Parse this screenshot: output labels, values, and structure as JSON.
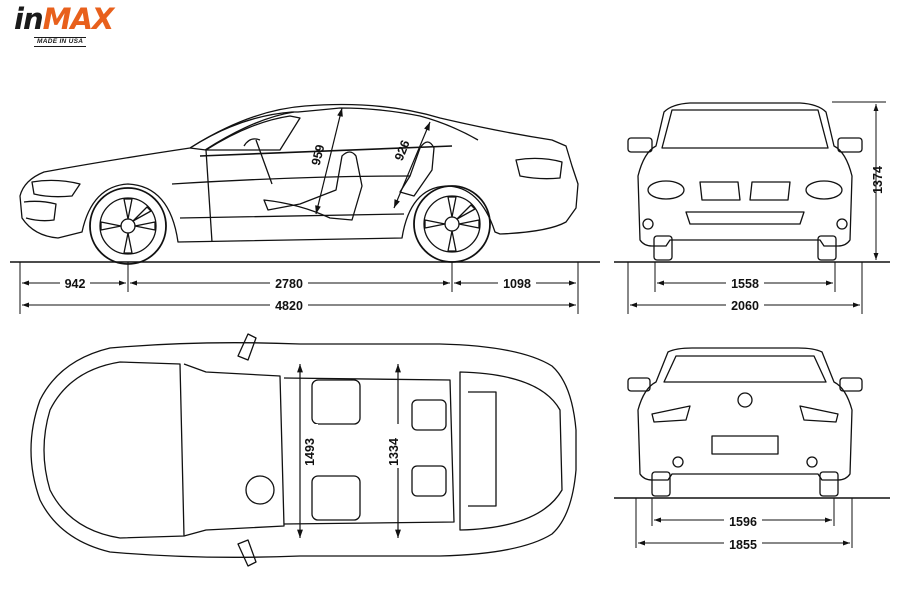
{
  "brand": {
    "word_in": "in",
    "word_max": "MAX",
    "tagline": "MADE IN USA",
    "accent_color": "#e8601c"
  },
  "line_color": "#111111",
  "side_view": {
    "front_overhang": "942",
    "wheelbase": "2780",
    "rear_overhang": "1098",
    "overall_length": "4820",
    "front_headroom": "959",
    "rear_headroom": "926"
  },
  "front_view": {
    "front_track": "1558",
    "width_with_mirrors": "2060",
    "height": "1374"
  },
  "top_view": {
    "front_shoulder_width": "1493",
    "rear_shoulder_width": "1334"
  },
  "rear_view": {
    "rear_track": "1596",
    "body_width": "1855"
  }
}
